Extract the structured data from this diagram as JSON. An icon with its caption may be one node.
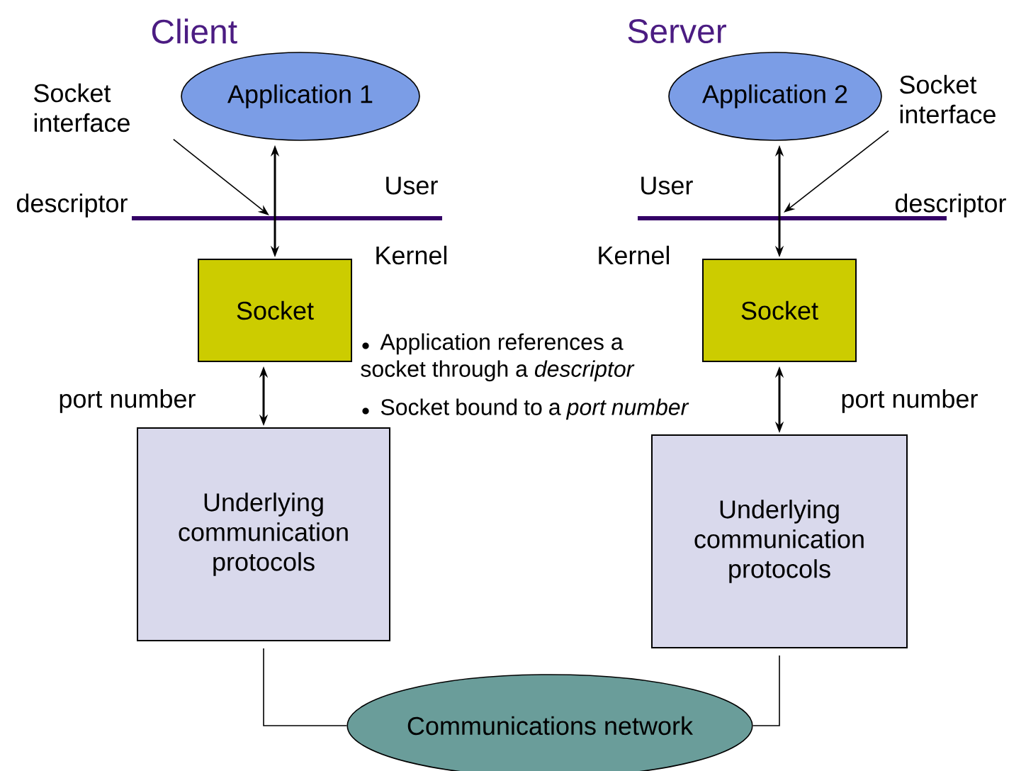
{
  "diagram": {
    "nodes": [
      {
        "text": [
          "Application 1"
        ]
      },
      {
        "text": [
          "Socket"
        ]
      },
      {
        "text": [
          "Underlying communication protocols"
        ]
      },
      {
        "text": [
          "Application 2"
        ]
      },
      {
        "text": [
          "Socket"
        ]
      },
      {
        "text": [
          "Underlying communication protocols"
        ]
      },
      {
        "text": [
          "Communications network"
        ]
      },
      {
        "text": [
          "Socket interface"
        ]
      },
      {
        "text": [
          "Socket interface"
        ]
      }
    ],
    "edges": [
      {
        "from": 0,
        "to": 1,
        "arrow": "both"
      },
      {
        "from": 1,
        "to": 2,
        "arrow": "both"
      },
      {
        "from": 3,
        "to": 4,
        "arrow": "both"
      },
      {
        "from": 4,
        "to": 5,
        "arrow": "both"
      },
      {
        "from": 2,
        "to": 6,
        "arrow": "none"
      },
      {
        "from": 5,
        "to": 6,
        "arrow": "none"
      },
      {
        "from": 7,
        "to": null,
        "arrow": "to"
      },
      {
        "from": 8,
        "to": null,
        "arrow": "to"
      }
    ],
    "labels": [
      "Client",
      "Server",
      "User",
      "User",
      "descriptor",
      "descriptor",
      "Kernel",
      "Kernel",
      "Application references a socket through a *descriptor*",
      "port number",
      "Socket bound to a *port number*",
      "port number"
    ]
  }
}
